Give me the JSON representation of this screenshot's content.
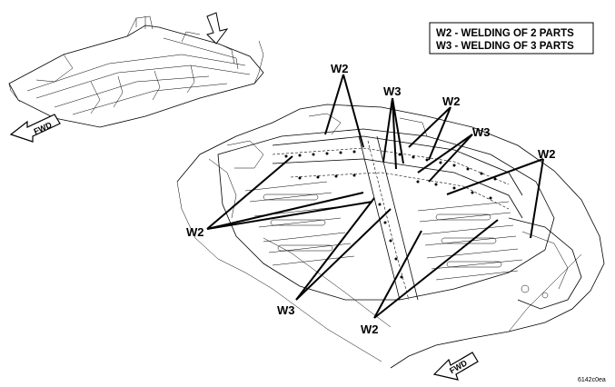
{
  "legend": {
    "line1": "W2 - WELDING OF 2 PARTS",
    "line2": "W3 - WELDING OF 3 PARTS"
  },
  "callouts": [
    {
      "id": "w2-top-left",
      "text": "W2"
    },
    {
      "id": "w3-top-middle",
      "text": "W3"
    },
    {
      "id": "w2-top-right",
      "text": "W2"
    },
    {
      "id": "w3-right",
      "text": "W3"
    },
    {
      "id": "w2-far-right",
      "text": "W2"
    },
    {
      "id": "w2-left",
      "text": "W2"
    },
    {
      "id": "w3-bottom-left",
      "text": "W3"
    },
    {
      "id": "w2-bottom",
      "text": "W2"
    }
  ],
  "fwd_small": "FWD",
  "fwd_main": "FWD",
  "figure_code": "6142c0ea"
}
